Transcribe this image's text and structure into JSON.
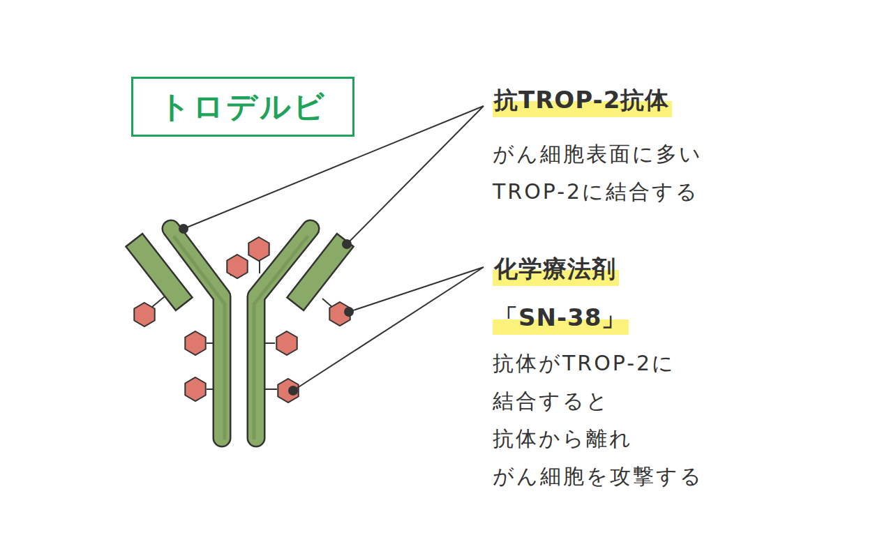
{
  "diagram": {
    "nodes": [
      {
        "text": [
          "トロデルビ"
        ]
      },
      {
        "text": [
          "抗TROP-2抗体",
          "がん細胞表面に多い TROP-2に結合する"
        ]
      },
      {
        "text": [
          "化学療法剤",
          "「SN-38」",
          "抗体がTROP-2に 結合すると 抗体から離れ がん細胞を攻撃する"
        ]
      }
    ]
  }
}
